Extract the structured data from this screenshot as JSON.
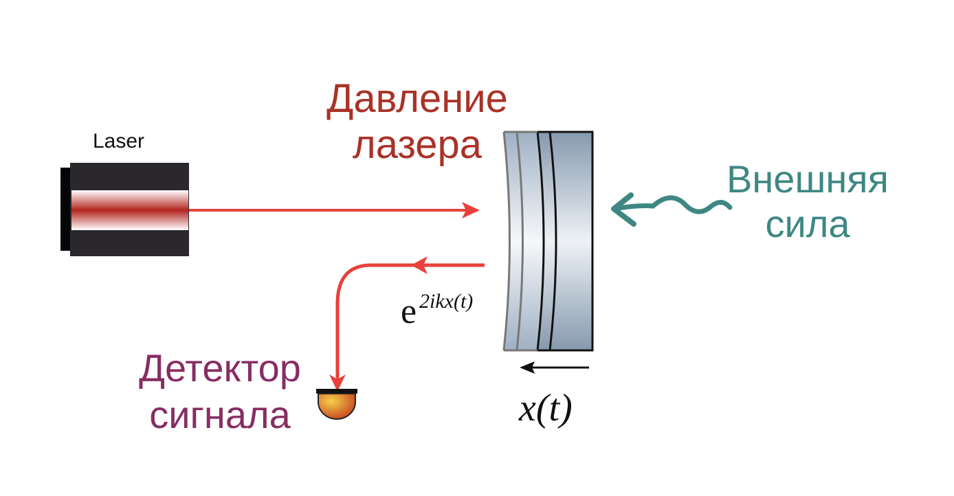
{
  "labels": {
    "laser": "Laser",
    "laser_pressure_line1": "Давление",
    "laser_pressure_line2": "лазера",
    "external_force_line1": "Внешняя",
    "external_force_line2": "сила",
    "detector_line1": "Детектор",
    "detector_line2": "сигнала",
    "phase_base": "e",
    "phase_exponent": "2ikx(t)",
    "displacement": "x(t)"
  },
  "colors": {
    "beam": "#e8413a",
    "pressure_text": "#a93228",
    "force_text": "#3e8783",
    "detector_text": "#862e63",
    "laser_body": "#2a282d"
  }
}
